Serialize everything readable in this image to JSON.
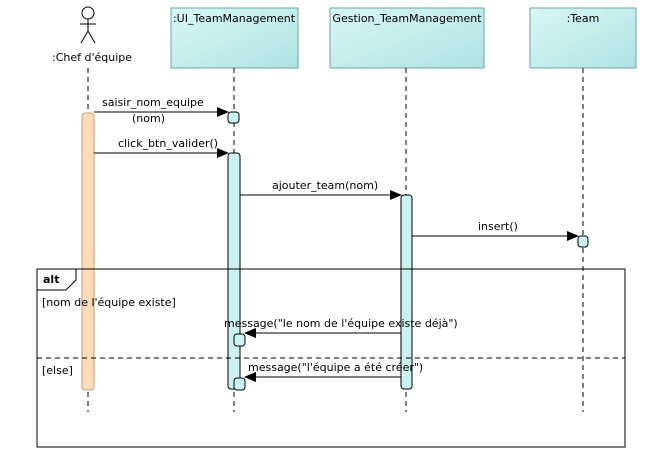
{
  "actor": {
    "name": ":Chef d'équipe"
  },
  "lifelines": {
    "ui": {
      "name": ":UI_TeamManagement"
    },
    "gestion": {
      "name": "Gestion_TeamManagement"
    },
    "team": {
      "name": ":Team"
    }
  },
  "messages": {
    "m1": {
      "label": "saisir_nom_equipe",
      "sublabel": "(nom)"
    },
    "m2": {
      "label": "click_btn_valider()"
    },
    "m3": {
      "label": "ajouter_team(nom)"
    },
    "m4": {
      "label": "insert()"
    },
    "m5": {
      "label": "message(\"le nom de l'équipe existe déjà\")"
    },
    "m6": {
      "label": "message(\"l'équipe a été créer\")"
    }
  },
  "fragment": {
    "operator": "alt",
    "guard1": "[nom de  l'équipe existe]",
    "guard2": "[else]"
  },
  "colors": {
    "lifeline_fill": "#c9f2f1",
    "lifeline_stroke": "#6aa7a6",
    "actor_activation_fill": "#fadcb8",
    "actor_activation_stroke": "#c8a176",
    "activation_fill": "#c9f2f1",
    "line": "#000000"
  }
}
